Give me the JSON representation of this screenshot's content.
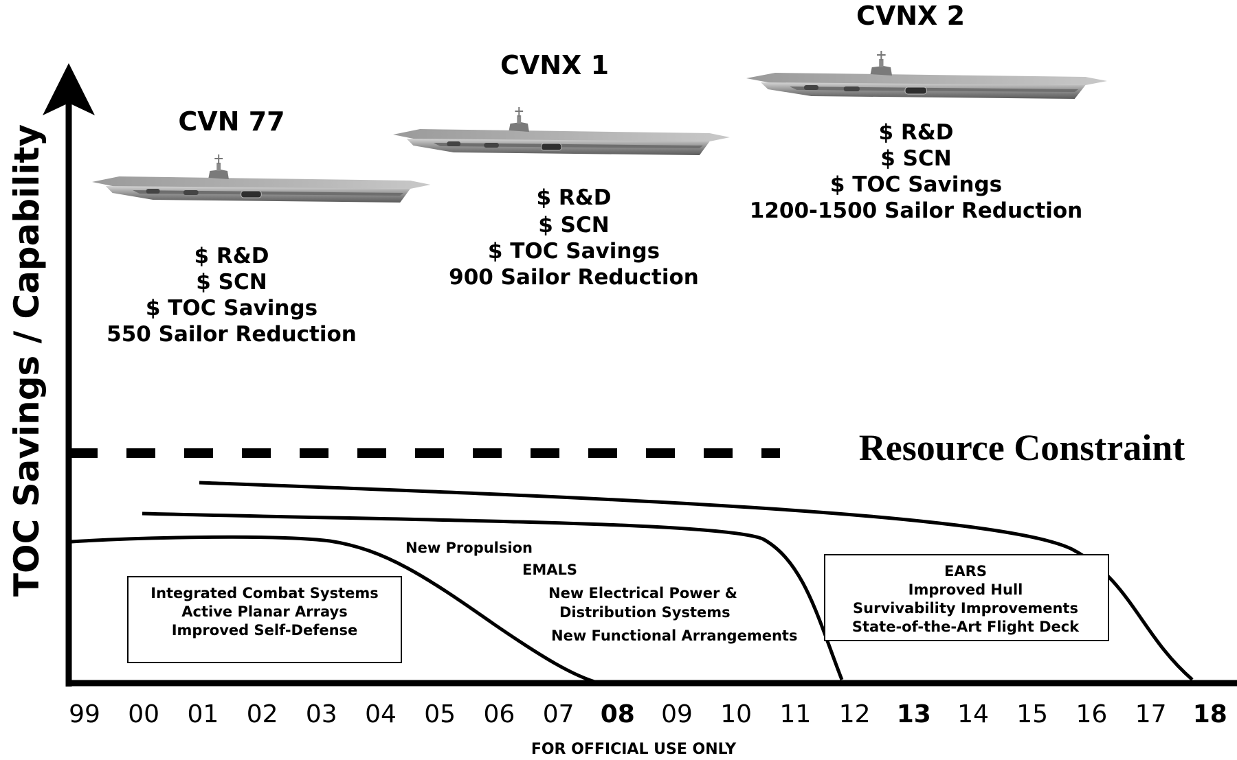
{
  "y_axis_label": "TOC Savings / Capability",
  "resource_constraint_label": "Resource Constraint",
  "ships": [
    {
      "name": "CVN 77",
      "lines": [
        "$ R&D",
        "$ SCN",
        "$ TOC Savings",
        "550 Sailor Reduction"
      ]
    },
    {
      "name": "CVNX 1",
      "lines": [
        "$  R&D",
        "$  SCN",
        "$ TOC Savings",
        "900 Sailor Reduction"
      ]
    },
    {
      "name": "CVNX 2",
      "lines": [
        "$ R&D",
        "$ SCN",
        "$ TOC Savings",
        "1200-1500 Sailor Reduction"
      ]
    }
  ],
  "box_left": [
    "Integrated Combat Systems",
    "Active Planar Arrays",
    "Improved Self-Defense"
  ],
  "box_right": [
    "EARS",
    "Improved Hull",
    "Survivability Improvements",
    "State-of-the-Art Flight Deck"
  ],
  "middle_labels": [
    "New Propulsion",
    "EMALS",
    "New Electrical Power &",
    "Distribution Systems",
    "New Functional Arrangements"
  ],
  "x_ticks": [
    {
      "label": "99",
      "bold": false
    },
    {
      "label": "00",
      "bold": false
    },
    {
      "label": "01",
      "bold": false
    },
    {
      "label": "02",
      "bold": false
    },
    {
      "label": "03",
      "bold": false
    },
    {
      "label": "04",
      "bold": false
    },
    {
      "label": "05",
      "bold": false
    },
    {
      "label": "06",
      "bold": false
    },
    {
      "label": "07",
      "bold": false
    },
    {
      "label": "08",
      "bold": true
    },
    {
      "label": "09",
      "bold": false
    },
    {
      "label": "10",
      "bold": false
    },
    {
      "label": "11",
      "bold": false
    },
    {
      "label": "12",
      "bold": false
    },
    {
      "label": "13",
      "bold": true
    },
    {
      "label": "14",
      "bold": false
    },
    {
      "label": "15",
      "bold": false
    },
    {
      "label": "16",
      "bold": false
    },
    {
      "label": "17",
      "bold": false
    },
    {
      "label": "18",
      "bold": true
    }
  ],
  "footer": "FOR OFFICIAL USE ONLY"
}
